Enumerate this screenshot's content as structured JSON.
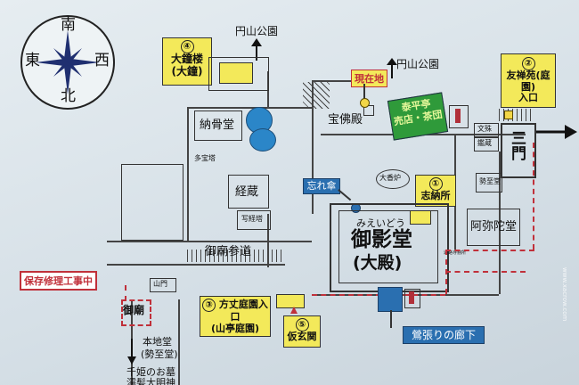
{
  "compass": {
    "north": "北",
    "south": "南",
    "east": "東",
    "west": "西"
  },
  "directions": {
    "maruyama_top": "円山公園",
    "maruyama_mid": "円山公園"
  },
  "landmarks": {
    "bell_tower": {
      "num": "④",
      "line1": "大鐘楼",
      "line2": "(大鐘)"
    },
    "here": "現在地",
    "yuzen_en": {
      "num": "②",
      "line1": "友禅苑(庭園)",
      "line2": "入口"
    },
    "shop": {
      "line1": "泰平亭",
      "line2": "売店・茶団"
    },
    "shinosho": {
      "num": "①",
      "label": "志納所"
    },
    "hojo_garden": {
      "num": "③",
      "line1": "方丈庭園入口",
      "line2": "(山亭庭園)"
    },
    "karigenkan": {
      "num": "⑤",
      "label": "仮玄関"
    },
    "wasuregasa": "忘れ傘",
    "uguisubari": "鶯張りの廊下"
  },
  "buildings": {
    "nokotsudo": "納骨堂",
    "houbutsuden": "宝佛殿",
    "tahoto": "多宝塔",
    "kyozo": "経蔵",
    "shakyoto": "写経塔",
    "ookoro": "大香炉",
    "seishido": "勢至堂",
    "amidado": "阿弥陀堂",
    "sanmon": "三門",
    "gyoeido_reading": "みえいどう",
    "gyoeido": "御影堂",
    "daiden": "(大殿)",
    "gobyo_sando": "御廟参道",
    "sanmon_gate": "山門",
    "gobyo": "御廟",
    "honjido": "本地堂",
    "seishido_small": "(勢至堂)",
    "senhime_line1": "千姫のお墓",
    "senhime_line2": "濡髪大明神",
    "bunko": "文殊",
    "kanzo": "鑑蔵",
    "toilet": "通路寺務所"
  },
  "notice": "保存修理工事中",
  "watermark": "www.xacrow.com",
  "colors": {
    "yellow": "#f3e95a",
    "green": "#2f9a3a",
    "blue": "#2a6fb0",
    "red": "#c0303a"
  }
}
